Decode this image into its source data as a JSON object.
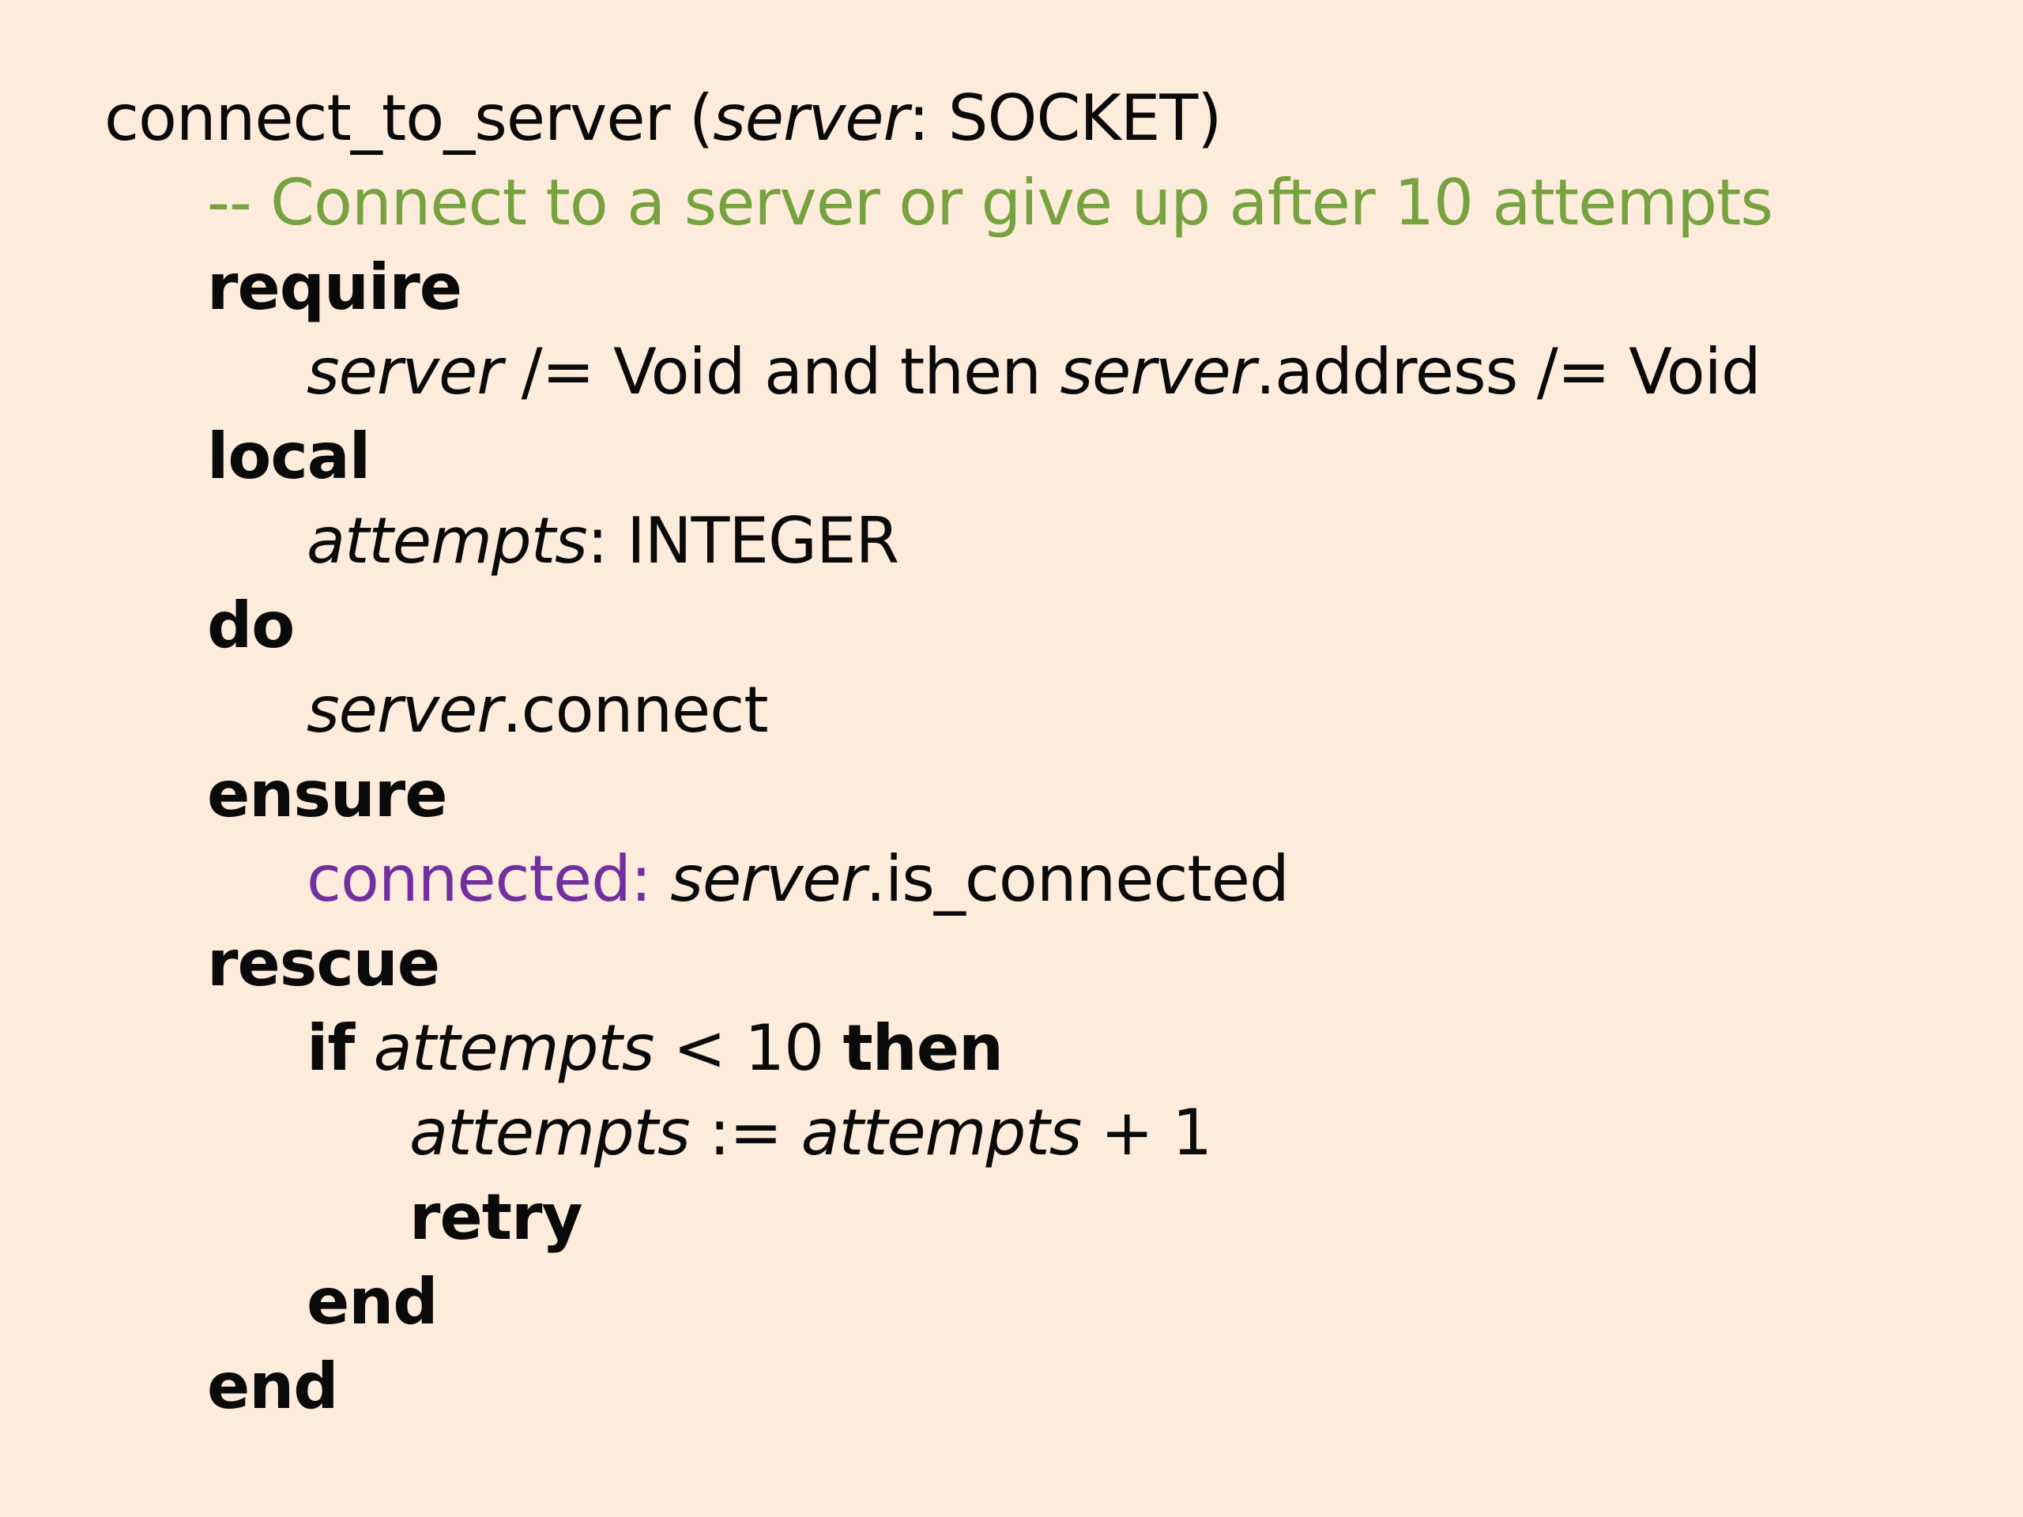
{
  "lines": [
    {
      "segments": [
        "connect_to_server (",
        "server",
        ": SOCKET)"
      ]
    },
    {
      "segments": [
        "-- Connect to a server or give up after 10 attempts"
      ]
    },
    {
      "segments": [
        "require"
      ]
    },
    {
      "segments": [
        "server",
        " /= Void and then ",
        "server",
        ".address /= Void"
      ]
    },
    {
      "segments": [
        "local"
      ]
    },
    {
      "segments": [
        "attempts",
        ": INTEGER"
      ]
    },
    {
      "segments": [
        "do"
      ]
    },
    {
      "segments": [
        "server",
        ".connect"
      ]
    },
    {
      "segments": [
        "ensure"
      ]
    },
    {
      "segments": [
        "connected: ",
        "server",
        ".is_connected"
      ]
    },
    {
      "segments": [
        "rescue"
      ]
    },
    {
      "segments": [
        "if",
        " ",
        "attempts",
        " < 10 ",
        "then"
      ]
    },
    {
      "segments": [
        "attempts",
        " := ",
        "attempts",
        " + 1"
      ]
    },
    {
      "segments": [
        "retry"
      ]
    },
    {
      "segments": [
        "end"
      ]
    },
    {
      "segments": [
        "end"
      ]
    }
  ]
}
